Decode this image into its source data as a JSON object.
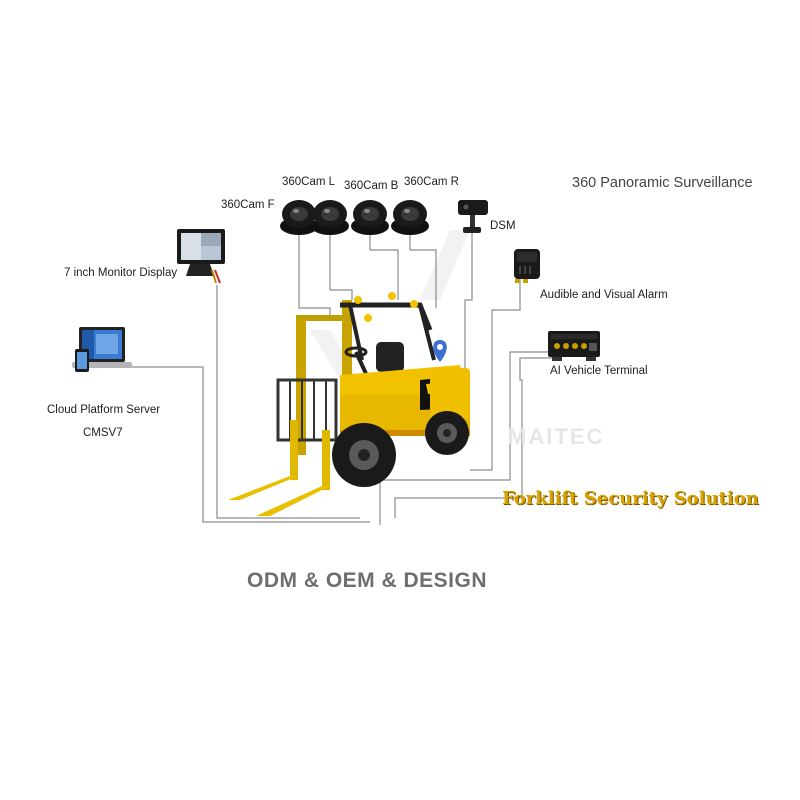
{
  "heading": "360 Panoramic Surveillance",
  "watermark": "MAITEC",
  "labels": {
    "cam_f": "360Cam F",
    "cam_l": "360Cam L",
    "cam_b": "360Cam B",
    "cam_r": "360Cam R",
    "dsm": "DSM",
    "monitor": "7 inch Monitor Display",
    "alarm": "Audible and Visual Alarm",
    "terminal": "AI  Vehicle Terminal",
    "cloud_line1": "Cloud Platform Server",
    "cloud_line2": "CMSV7"
  },
  "solution_title": "Forklift Security Solution",
  "footer": "ODM & OEM & DESIGN",
  "colors": {
    "forklift_body": "#f2c200",
    "connector_lines": "#8c8c8c",
    "camera_dome": "#1a1a1a",
    "solution_text": "#d9a200",
    "footer_text": "#6e6e6e"
  }
}
